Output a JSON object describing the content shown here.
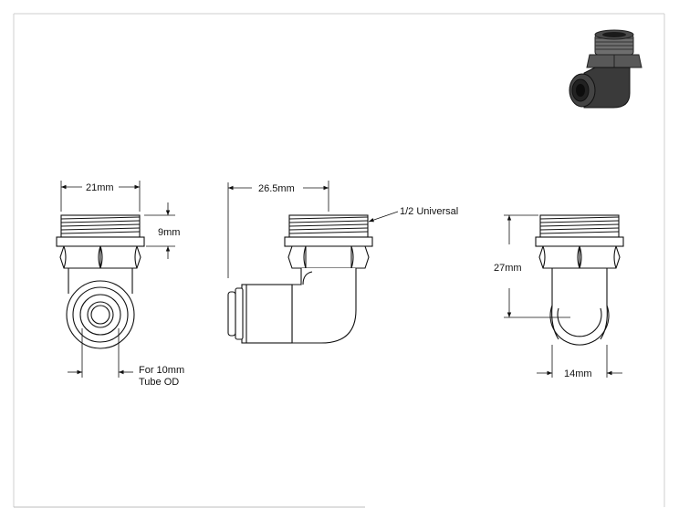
{
  "drawing": {
    "dimensions": {
      "front_width": "21mm",
      "thread_height": "9mm",
      "side_width": "26.5mm",
      "thread_spec": "1/2 Universal",
      "end_height": "27mm",
      "end_width": "14mm"
    },
    "tube_note": {
      "line1": "For 10mm",
      "line2": "Tube OD"
    }
  }
}
